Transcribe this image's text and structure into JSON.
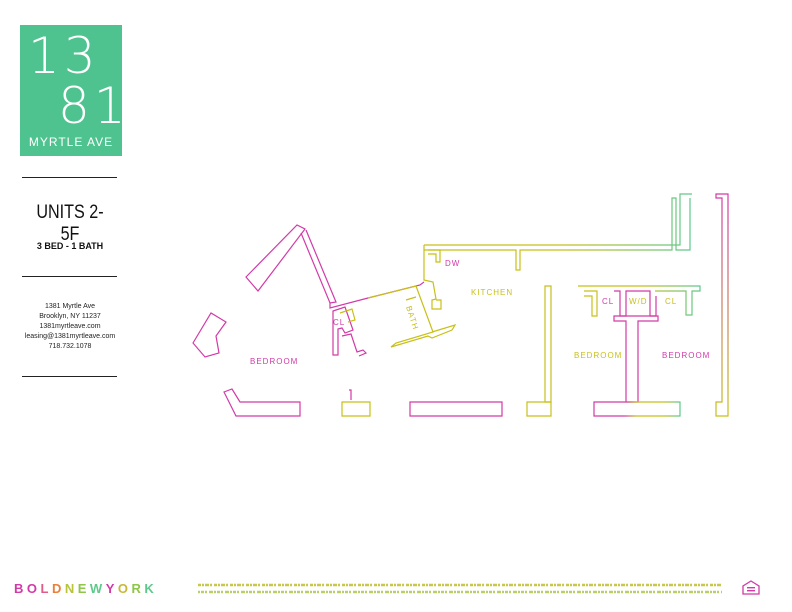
{
  "logo": {
    "line1": "13",
    "line2": "81",
    "street": "MYRTLE AVE",
    "color": "#4ec38f"
  },
  "units": "UNITS 2-5F",
  "bed_bath": "3 BED - 1 BATH",
  "contact": {
    "address": "1381 Myrtle Ave",
    "city": "Brooklyn, NY 11237",
    "website": "1381myrtleave.com",
    "email": "leasing@1381myrtleave.com",
    "phone": "718.732.1078"
  },
  "floorplan": {
    "labels": {
      "bedroom_left": "BEDROOM",
      "cl_left": "CL",
      "bath": "BATH",
      "dw": "DW",
      "kitchen": "KITCHEN",
      "cl_mid": "CL",
      "wd": "W/D",
      "cl_right": "CL",
      "bedroom_mid": "BEDROOM",
      "bedroom_right": "BEDROOM"
    },
    "colors": {
      "magenta": "#d23aa8",
      "yellow": "#c8c018",
      "green": "#5ec98c"
    }
  },
  "footer": {
    "brand_letters": [
      {
        "ch": "B",
        "color": "#d23aa8"
      },
      {
        "ch": "O",
        "color": "#d23aa8"
      },
      {
        "ch": "L",
        "color": "#e05c8a"
      },
      {
        "ch": "D",
        "color": "#e8803a"
      },
      {
        "ch": "N",
        "color": "#b9c43a"
      },
      {
        "ch": "E",
        "color": "#8ec64a"
      },
      {
        "ch": "W",
        "color": "#5ec98c"
      },
      {
        "ch": "Y",
        "color": "#d23aa8"
      },
      {
        "ch": "O",
        "color": "#c8b83a"
      },
      {
        "ch": "R",
        "color": "#8ec64a"
      },
      {
        "ch": "K",
        "color": "#5ec98c"
      }
    ]
  }
}
